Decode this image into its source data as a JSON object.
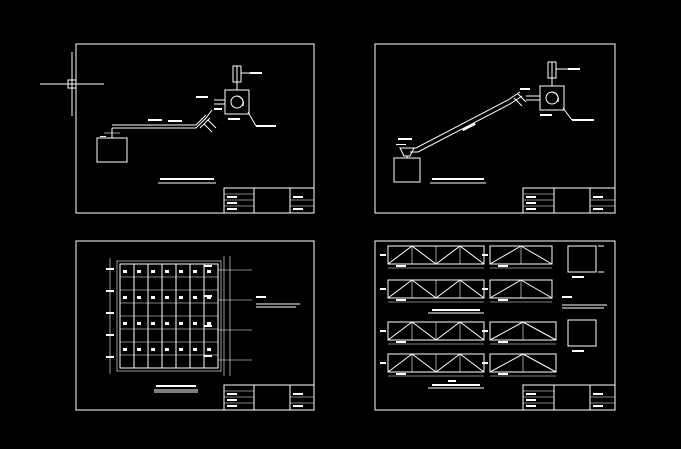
{
  "app": {
    "background": "#000000",
    "line_color": "#ffffff",
    "accent_colors": {
      "cyan": "#33e0e0",
      "green": "#49d449",
      "yellow": "#e0e050",
      "magenta": "#d24bd2",
      "red": "#d94848"
    }
  },
  "crosshair": {
    "icon": "ucs-crosshair-icon"
  },
  "sheets": [
    {
      "id": "sheet-1",
      "content": "pneumatic-conveying-layout-horizontal"
    },
    {
      "id": "sheet-2",
      "content": "pneumatic-conveying-layout-inclined"
    },
    {
      "id": "sheet-3",
      "content": "column-grid-floor-plan"
    },
    {
      "id": "sheet-4",
      "content": "truss-elevations"
    }
  ]
}
